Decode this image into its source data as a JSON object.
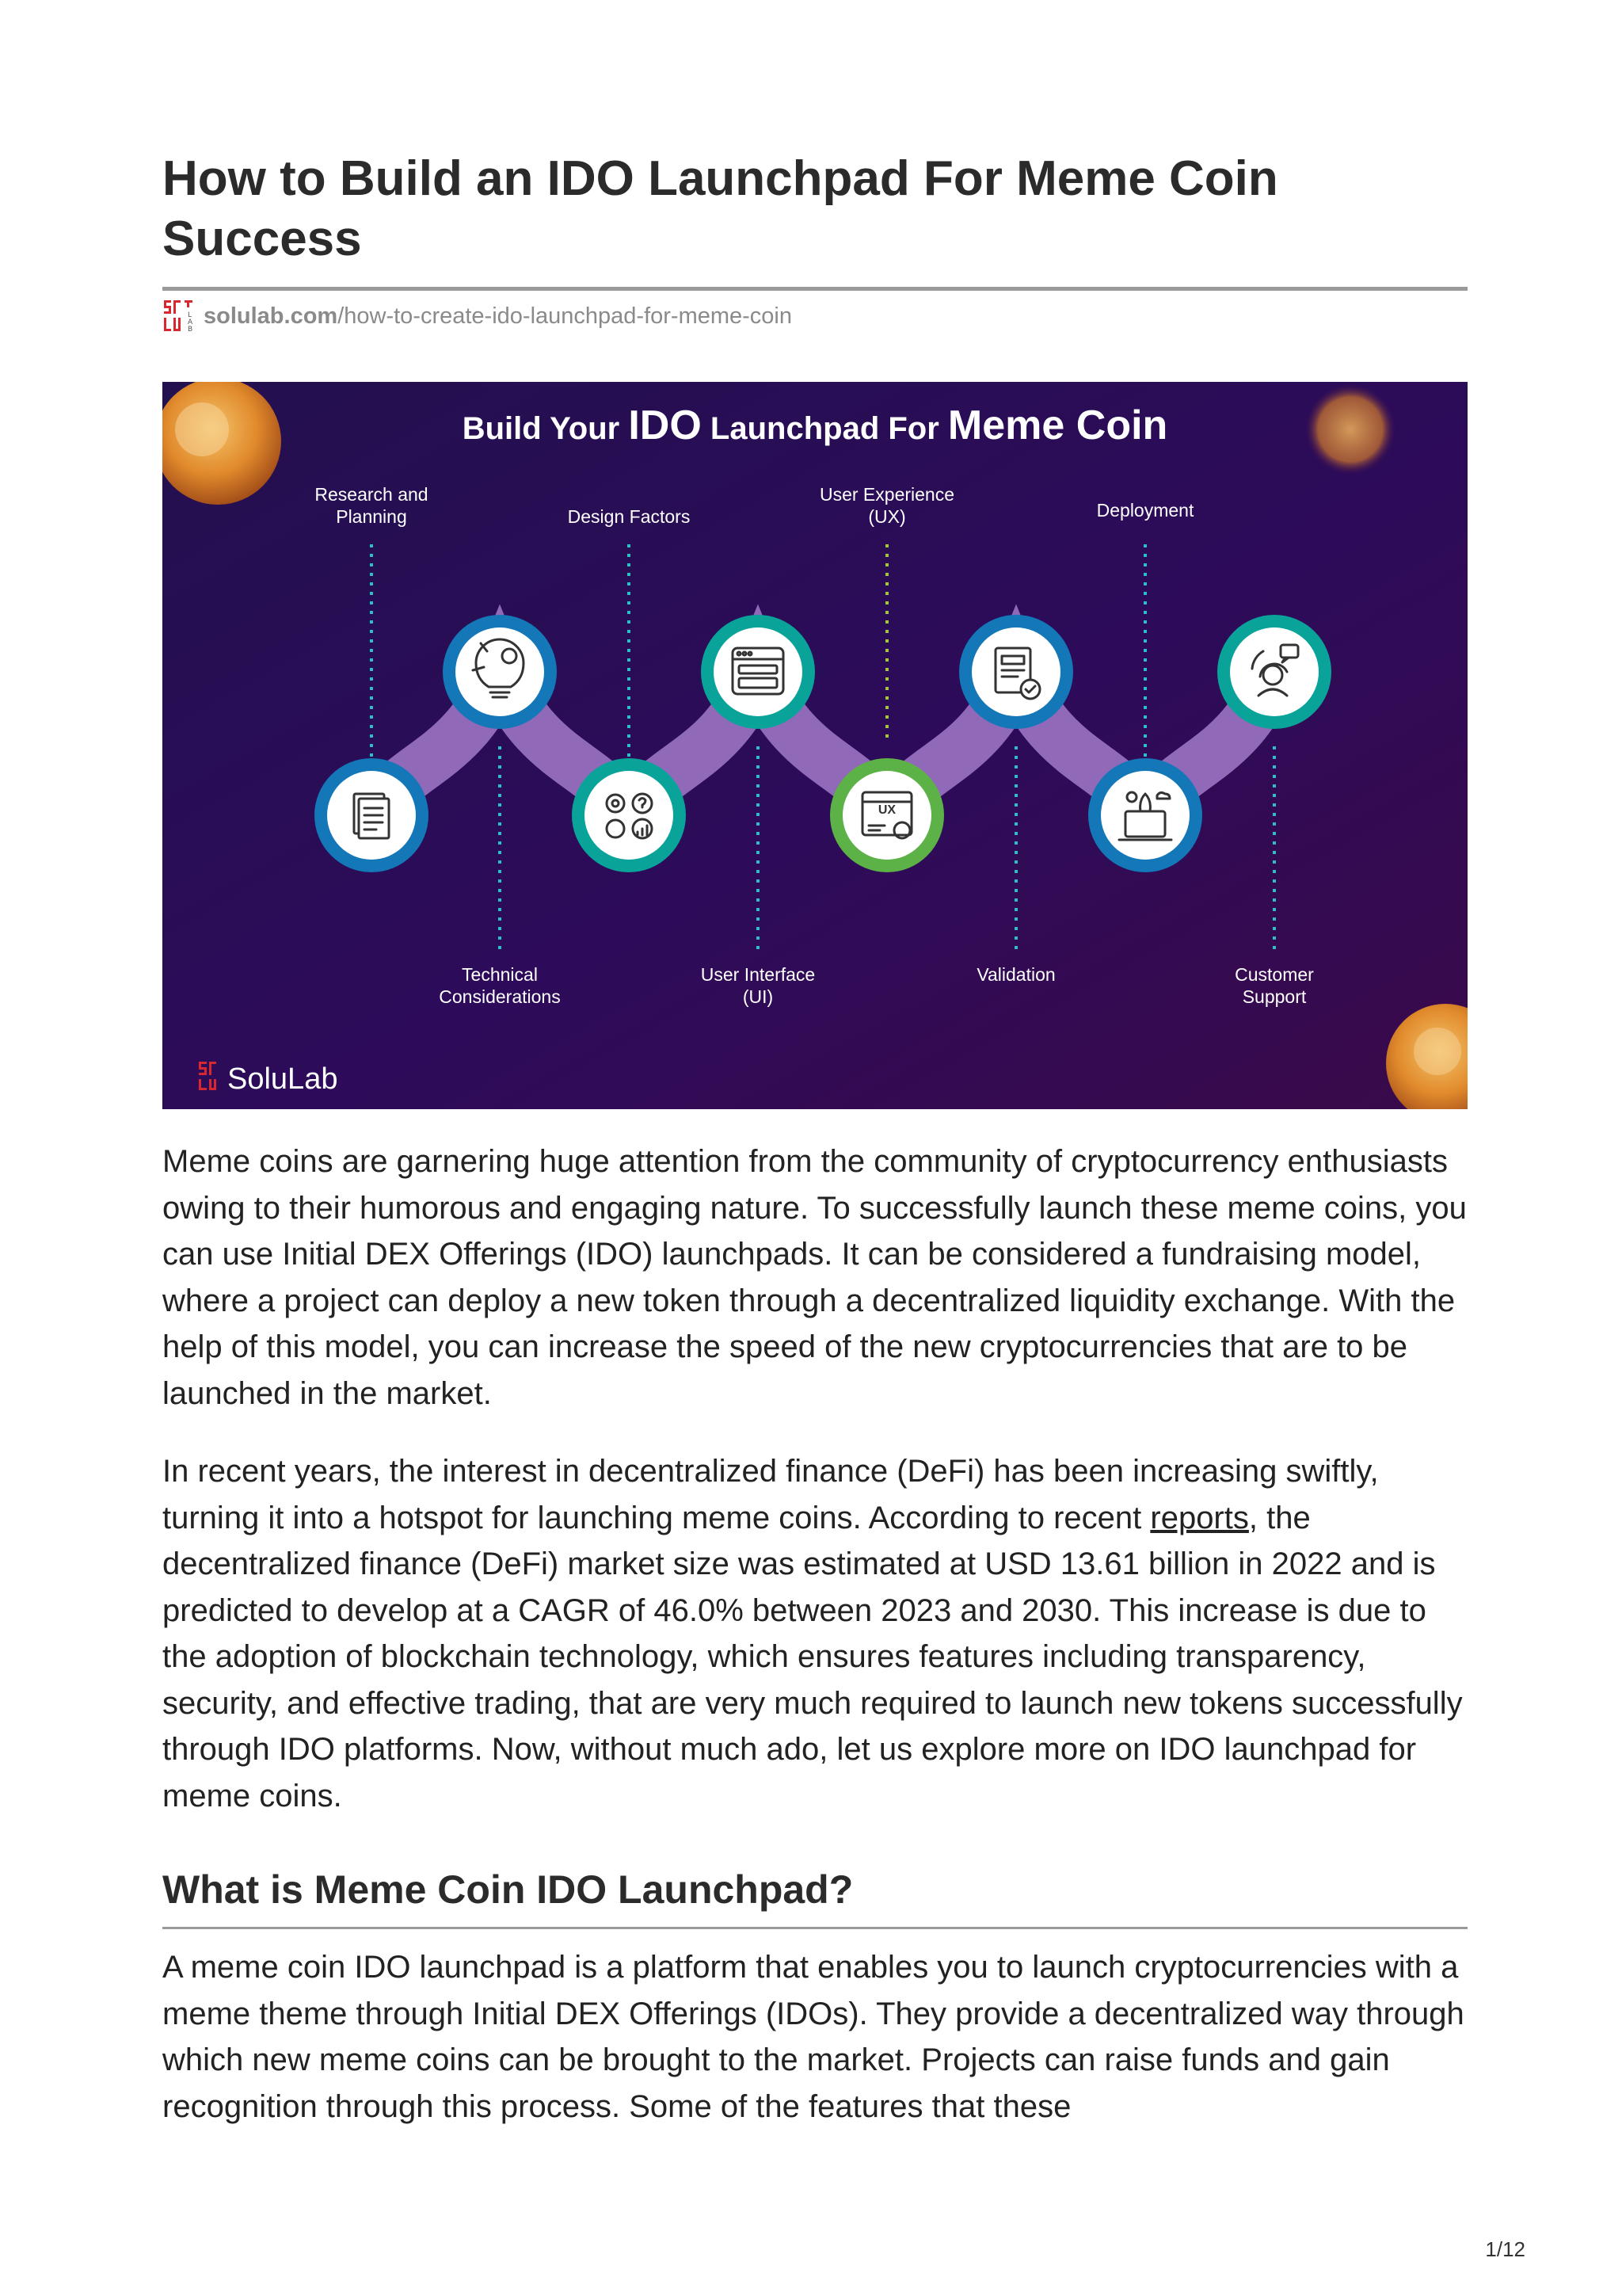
{
  "article": {
    "title": "How to Build an IDO Launchpad For Meme Coin Success",
    "source_domain": "solulab.com",
    "source_path": "/how-to-create-ido-launchpad-for-meme-coin",
    "paragraph1": "Meme coins are garnering huge attention from the community of cryptocurrency enthusiasts owing to their humorous and engaging nature. To successfully launch these meme coins, you can use Initial DEX Offerings (IDO) launchpads. It can be considered a fundraising model, where a project can deploy a new token through a decentralized liquidity exchange. With the help of this model, you can increase the speed of the new cryptocurrencies that are to be launched in the market.",
    "paragraph2_before_link": "In recent years, the interest in decentralized finance (DeFi) has been increasing swiftly, turning it into a hotspot for launching meme coins. According to recent ",
    "paragraph2_link": "reports",
    "paragraph2_after_link": ", the decentralized finance (DeFi) market size was estimated at USD 13.61 billion in 2022 and is predicted to develop at a CAGR of 46.0% between 2023 and 2030. This increase is due to the adoption of blockchain technology, which ensures features including transparency, security, and effective trading, that are very much required to launch new tokens successfully through IDO platforms. Now, without much ado, let us explore more on IDO launchpad for meme coins.",
    "heading2": "What is Meme Coin IDO Launchpad?",
    "paragraph3": "A meme coin IDO launchpad is a platform that enables you to launch cryptocurrencies with a meme theme through Initial DEX Offerings (IDOs). They provide a decentralized way through which new meme coins can be brought to the market. Projects can raise funds and gain recognition through this process. Some of the features that these"
  },
  "banner": {
    "title_part1": "Build Your ",
    "title_part2": "IDO",
    "title_part3": " Launchpad For ",
    "title_part4": "Meme Coin",
    "steps_top": [
      {
        "line1": "Research and",
        "line2": "Planning"
      },
      {
        "line1": "Design Factors",
        "line2": ""
      },
      {
        "line1": "User Experience",
        "line2": "(UX)"
      },
      {
        "line1": "Deployment",
        "line2": ""
      }
    ],
    "steps_bottom": [
      {
        "line1": "Technical",
        "line2": "Considerations"
      },
      {
        "line1": "User Interface",
        "line2": "(UI)"
      },
      {
        "line1": "Validation",
        "line2": ""
      },
      {
        "line1": "Customer",
        "line2": "Support"
      }
    ],
    "brand": "SoluLab",
    "ux_label": "UX"
  },
  "footer": {
    "page_number": "1/12"
  },
  "colors": {
    "banner_bg": "#2a0d58",
    "ring_blue": "#1377b8",
    "ring_teal": "#0aa39a",
    "ring_green": "#5cb247",
    "brand_red": "#d8282f"
  }
}
